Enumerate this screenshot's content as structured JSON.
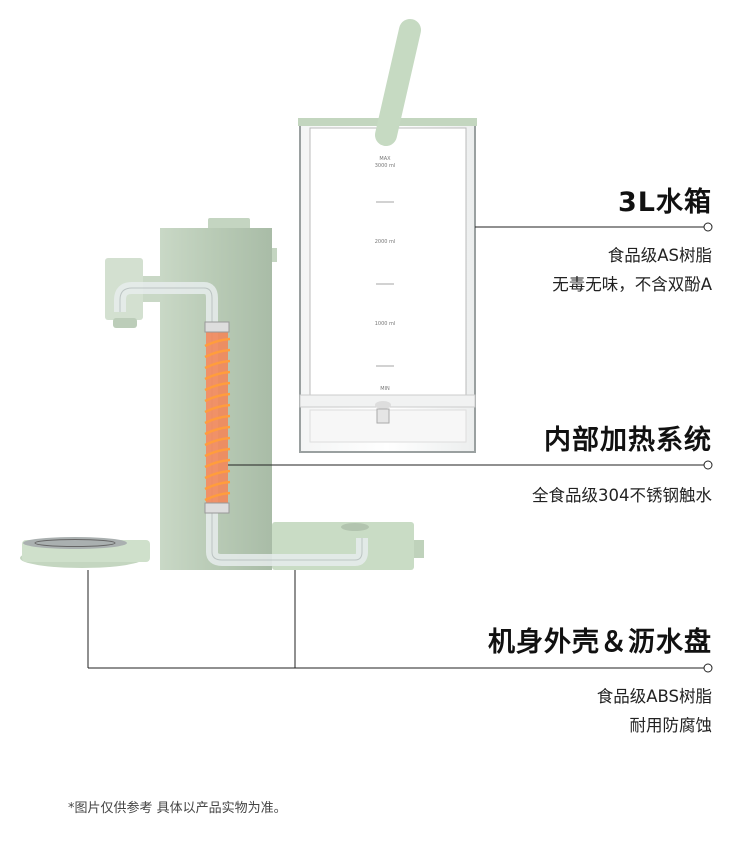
{
  "tank": {
    "title": "3L水箱",
    "lines": [
      "食品级AS树脂",
      "无毒无味，不含双酚A"
    ],
    "scale": {
      "max": "MAX",
      "max_ml": "3000 ml",
      "mid": "2000 ml",
      "low": "1000 ml",
      "min": "MIN"
    }
  },
  "heating": {
    "title": "内部加热系统",
    "lines": [
      "全食品级304不锈钢触水"
    ]
  },
  "shell": {
    "title": "机身外壳＆沥水盘",
    "lines": [
      "食品级ABS树脂",
      "耐用防腐蚀"
    ]
  },
  "footnote": "*图片仅供参考 具体以产品实物为准。",
  "colors": {
    "body": "#b9cbb7",
    "accent_green": "#cadec6",
    "heater": "#f2875a",
    "coil": "#ff9a3c"
  }
}
